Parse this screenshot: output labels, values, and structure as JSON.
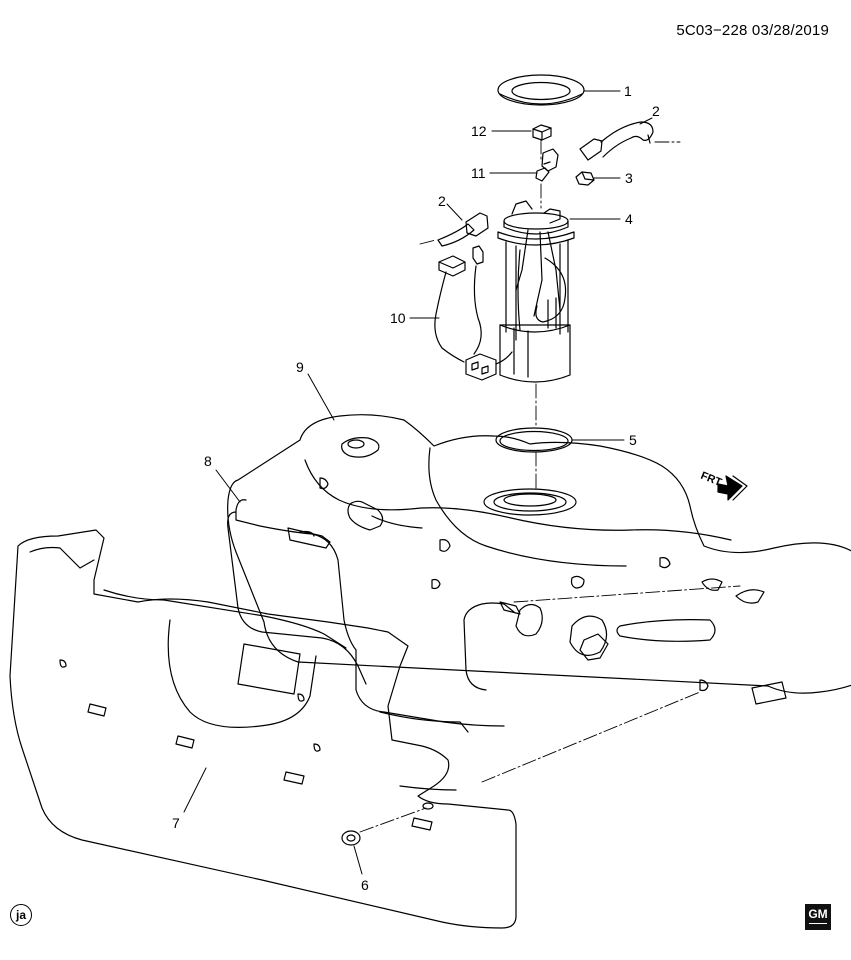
{
  "header": {
    "reference": "5C03−228  03/28/2019"
  },
  "callouts": {
    "c1": "1",
    "c2a": "2",
    "c2b": "2",
    "c3": "3",
    "c4": "4",
    "c5": "5",
    "c6": "6",
    "c7": "7",
    "c8": "8",
    "c9": "9",
    "c10": "10",
    "c11": "11",
    "c12": "12"
  },
  "direction_label": "FRT",
  "footer": {
    "badge": "ja",
    "logo": "GM"
  }
}
